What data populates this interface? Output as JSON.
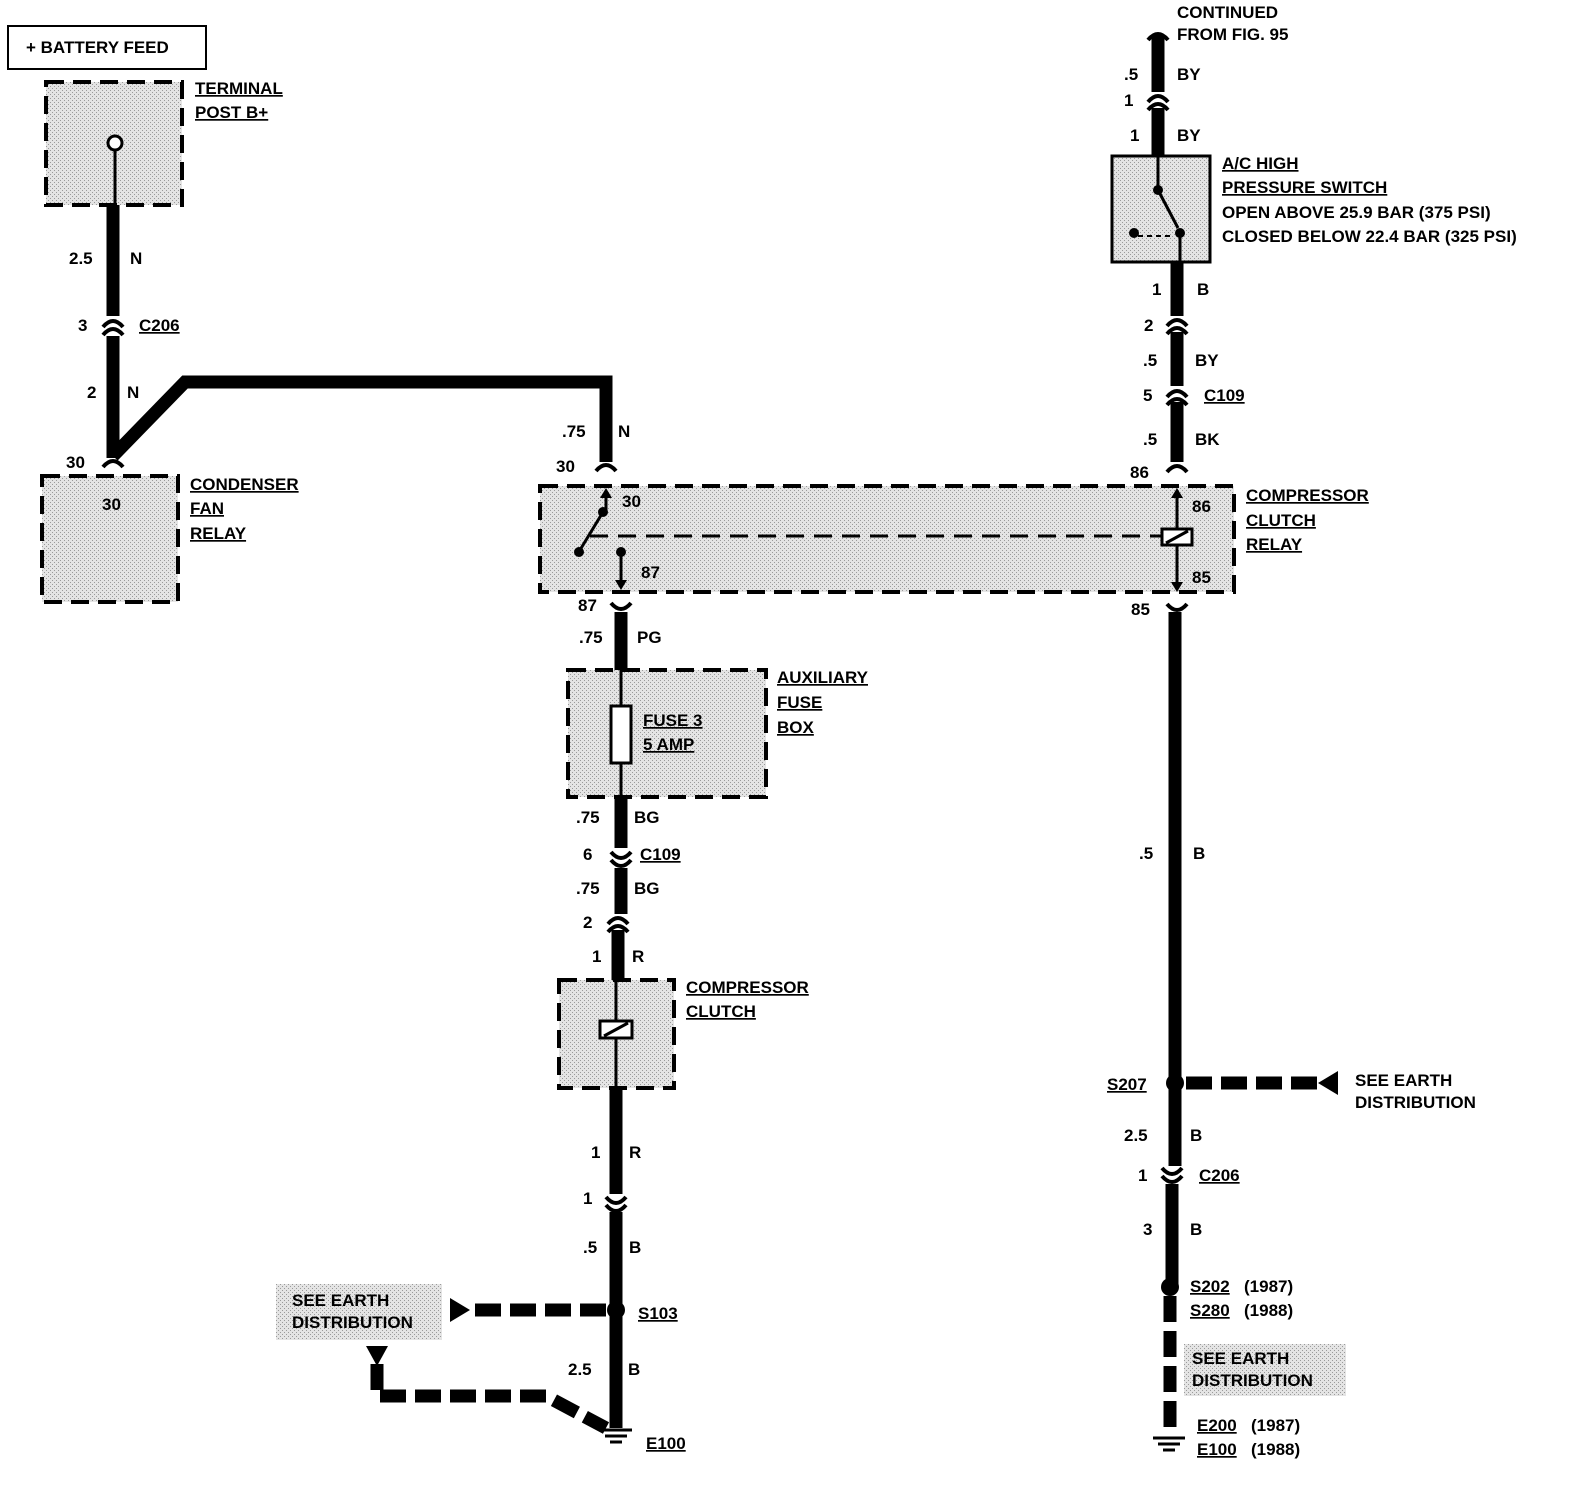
{
  "battery_feed": "+ BATTERY FEED",
  "continued": {
    "line1": "CONTINUED",
    "line2": "FROM FIG. 95"
  },
  "components": {
    "terminal_post": {
      "line1": "TERMINAL",
      "line2": "POST B+"
    },
    "condenser_fan_relay": {
      "line1": "CONDENSER",
      "line2": "FAN",
      "line3": "RELAY",
      "pin": "30"
    },
    "compressor_clutch_relay": {
      "line1": "COMPRESSOR",
      "line2": "CLUTCH",
      "line3": "RELAY",
      "pin30": "30",
      "pin87": "87",
      "pin86": "86",
      "pin85": "85"
    },
    "auxiliary_fuse_box": {
      "line1": "AUXILIARY",
      "line2": "FUSE",
      "line3": "BOX",
      "fuse_line1": "FUSE 3",
      "fuse_line2": "5 AMP"
    },
    "compressor_clutch": {
      "line1": "COMPRESSOR",
      "line2": "CLUTCH"
    },
    "ac_high_pressure_switch": {
      "line1": "A/C HIGH",
      "line2": "PRESSURE SWITCH",
      "line3": "OPEN ABOVE 25.9 BAR (375 PSI)",
      "line4": "CLOSED BELOW 22.4 BAR (325 PSI)"
    }
  },
  "wire_labels": {
    "n_2_5_size": "2.5",
    "n_2_5_color": "N",
    "c206_left_pin": "3",
    "c206_left_name": "C206",
    "n_2_size": "2",
    "n_2_color": "N",
    "cfr_pin_outer": "30",
    "n_075_size": ".75",
    "n_075_color": "N",
    "ccr_pin30_outer": "30",
    "ccr_pin87_outer": "87",
    "pg_size": ".75",
    "pg_color": "PG",
    "bg1_size": ".75",
    "bg1_color": "BG",
    "c109_mid_pin": "6",
    "c109_mid_name": "C109",
    "bg2_size": ".75",
    "bg2_color": "BG",
    "conn_2_pin": "2",
    "r1_size": "1",
    "r1_color": "R",
    "r2_size": "1",
    "r2_color": "R",
    "conn_1_pin": "1",
    "b05_size": ".5",
    "b05_color": "B",
    "s103": "S103",
    "b25_size": "2.5",
    "b25_color": "B",
    "e100_left": "E100",
    "by1_size": ".5",
    "by1_color": "BY",
    "conn_top_pin": "1",
    "by2_size": "1",
    "by2_color": "BY",
    "b1_size": "1",
    "b1_color": "B",
    "conn_r2_pin": "2",
    "by3_size": ".5",
    "by3_color": "BY",
    "c109_right_pin": "5",
    "c109_right_name": "C109",
    "bk_size": ".5",
    "bk_color": "BK",
    "ccr_pin86_outer": "86",
    "ccr_pin85_outer": "85",
    "b_long_size": ".5",
    "b_long_color": "B",
    "s207": "S207",
    "b25r_size": "2.5",
    "b25r_color": "B",
    "c206_right_pin": "1",
    "c206_right_name": "C206",
    "b3_size": "3",
    "b3_color": "B",
    "s202": "S202",
    "s202_year": "(1987)",
    "s280": "S280",
    "s280_year": "(1988)",
    "e200": "E200",
    "e200_year": "(1987)",
    "e100_right": "E100",
    "e100_right_year": "(1988)"
  },
  "earth_refs": {
    "s207_ref": {
      "line1": "SEE EARTH",
      "line2": "DISTRIBUTION"
    },
    "s103_ref": {
      "line1": "SEE EARTH",
      "line2": "DISTRIBUTION"
    },
    "s202_ref": {
      "line1": "SEE EARTH",
      "line2": "DISTRIBUTION"
    }
  }
}
